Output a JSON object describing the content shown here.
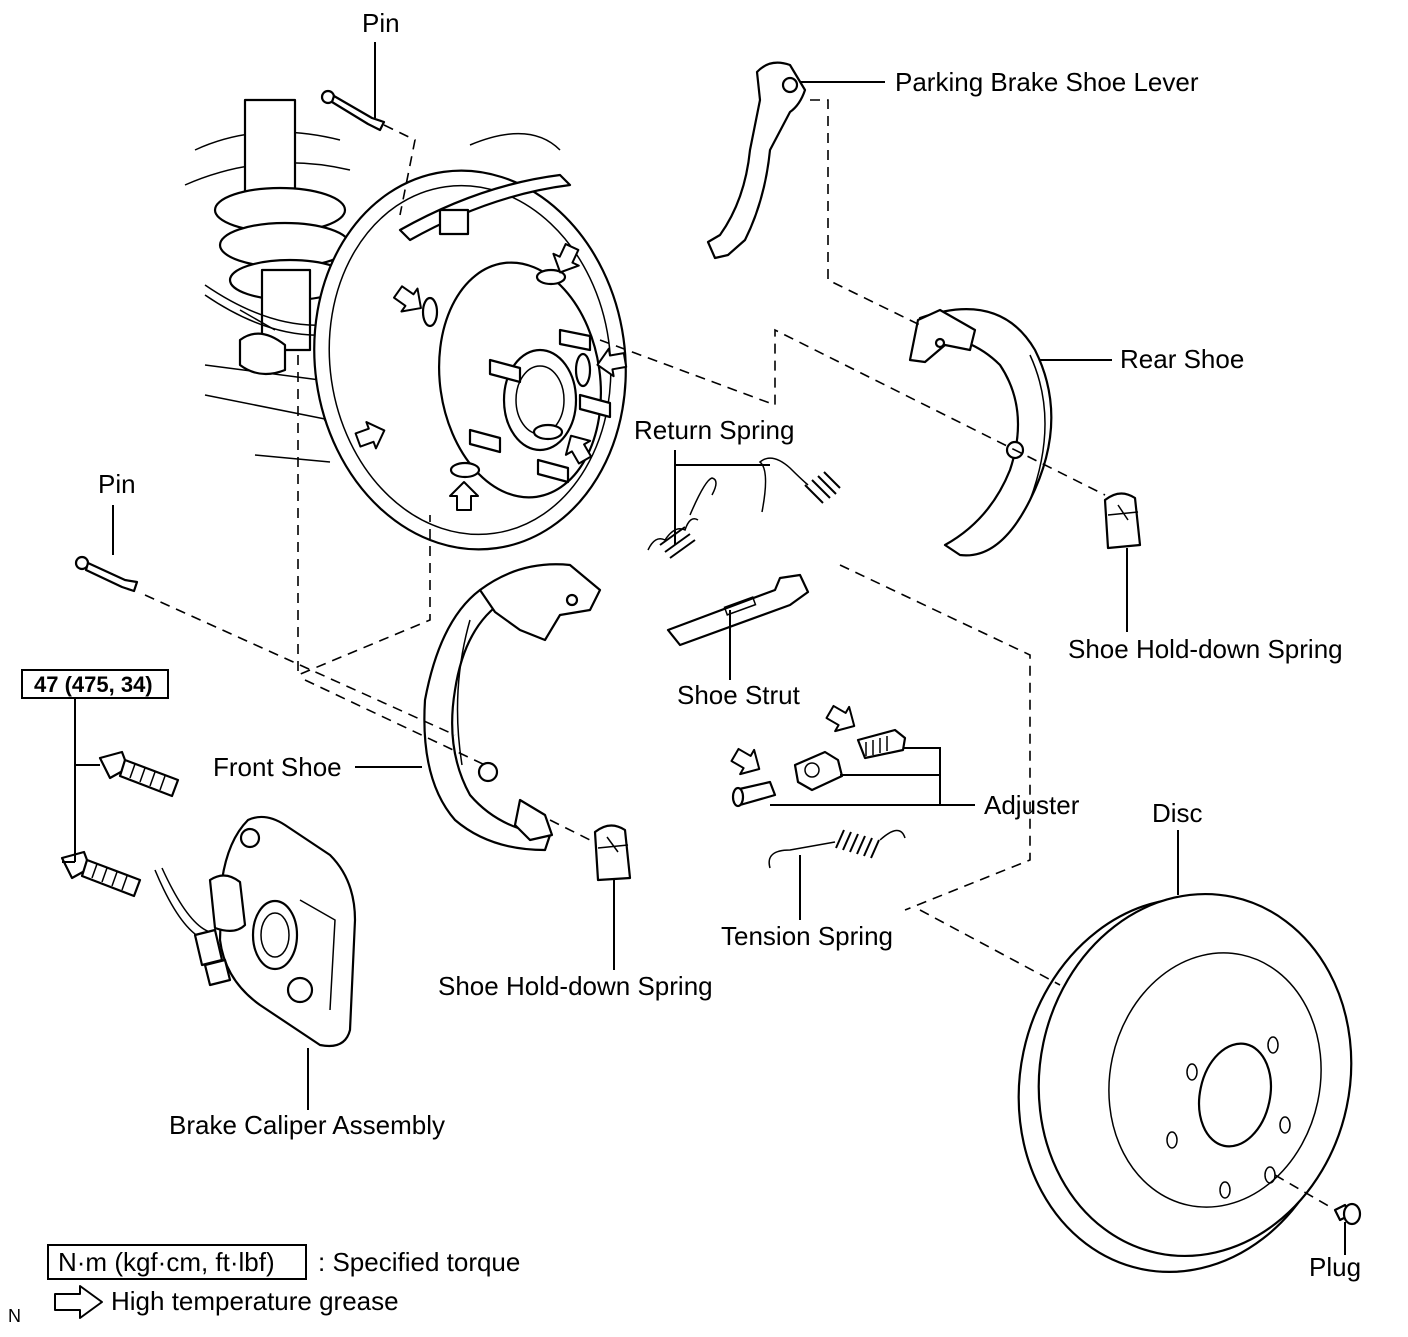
{
  "labels": {
    "pin_top": "Pin",
    "pin_left": "Pin",
    "parking_brake_shoe_lever": "Parking Brake Shoe Lever",
    "rear_shoe": "Rear Shoe",
    "return_spring": "Return Spring",
    "shoe_holddown_spring_right": "Shoe Hold-down Spring",
    "shoe_strut": "Shoe Strut",
    "front_shoe": "Front Shoe",
    "adjuster": "Adjuster",
    "disc": "Disc",
    "tension_spring": "Tension Spring",
    "shoe_holddown_spring_bottom": "Shoe Hold-down Spring",
    "brake_caliper_assembly": "Brake Caliper Assembly",
    "plug": "Plug",
    "torque_value": "47 (475, 34)"
  },
  "legend": {
    "torque_units": "N·m (kgf·cm, ft·lbf)",
    "torque_desc": ": Specified torque",
    "grease_desc": "High temperature grease"
  },
  "corner_mark": "N"
}
